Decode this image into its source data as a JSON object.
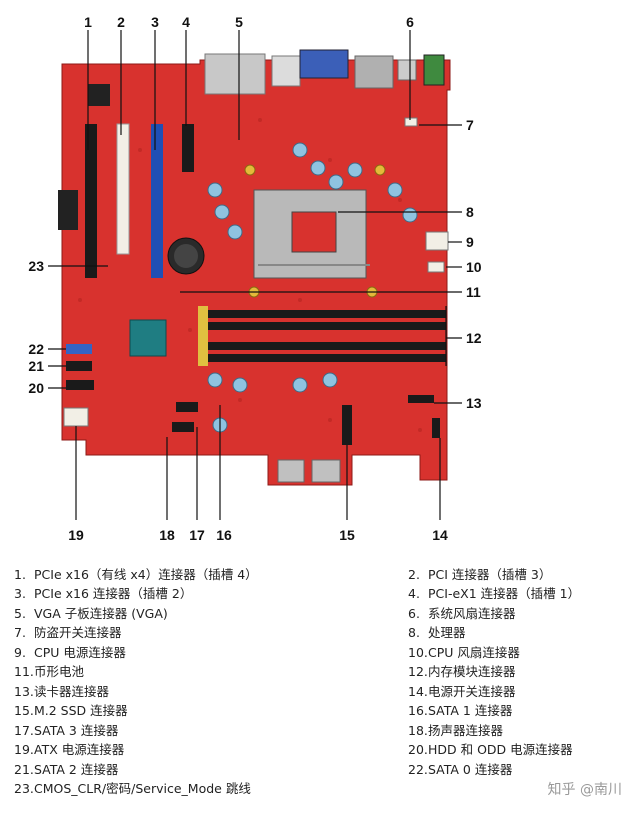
{
  "callouts": [
    "1",
    "2",
    "3",
    "4",
    "5",
    "6",
    "7",
    "8",
    "9",
    "10",
    "11",
    "12",
    "13",
    "14",
    "15",
    "16",
    "17",
    "18",
    "19",
    "20",
    "21",
    "22",
    "23"
  ],
  "legend": [
    {
      "num": "1.",
      "text": "PCIe x16（有线 x4）连接器（插槽 4）"
    },
    {
      "num": "2.",
      "text": "PCI 连接器（插槽 3）"
    },
    {
      "num": "3.",
      "text": "PCIe x16 连接器（插槽 2）"
    },
    {
      "num": "4.",
      "text": "PCI-eX1 连接器（插槽 1）"
    },
    {
      "num": "5.",
      "text": "VGA 子板连接器 (VGA)"
    },
    {
      "num": "6.",
      "text": "系统风扇连接器"
    },
    {
      "num": "7.",
      "text": "防盗开关连接器"
    },
    {
      "num": "8.",
      "text": "处理器"
    },
    {
      "num": "9.",
      "text": "CPU 电源连接器"
    },
    {
      "num": "10.",
      "text": "CPU 风扇连接器"
    },
    {
      "num": "11.",
      "text": "币形电池"
    },
    {
      "num": "12.",
      "text": "内存模块连接器"
    },
    {
      "num": "13.",
      "text": "读卡器连接器"
    },
    {
      "num": "14.",
      "text": "电源开关连接器"
    },
    {
      "num": "15.",
      "text": "M.2 SSD 连接器"
    },
    {
      "num": "16.",
      "text": "SATA 1 连接器"
    },
    {
      "num": "17.",
      "text": "SATA 3 连接器"
    },
    {
      "num": "18.",
      "text": "扬声器连接器"
    },
    {
      "num": "19.",
      "text": "ATX 电源连接器"
    },
    {
      "num": "20.",
      "text": "HDD 和 ODD 电源连接器"
    },
    {
      "num": "21.",
      "text": "SATA 2 连接器"
    },
    {
      "num": "22.",
      "text": "SATA 0 连接器"
    },
    {
      "num": "23.",
      "text": "CMOS_CLR/密码/Service_Mode 跳线"
    }
  ],
  "watermark": "知乎 @南川",
  "colors": {
    "board": "#d8322e",
    "board_dark": "#a81f1c",
    "slot_black": "#1a1a1a",
    "slot_blue": "#1f4fb5",
    "slot_white": "#f2efe6",
    "socket": "#b9b9b9"
  }
}
